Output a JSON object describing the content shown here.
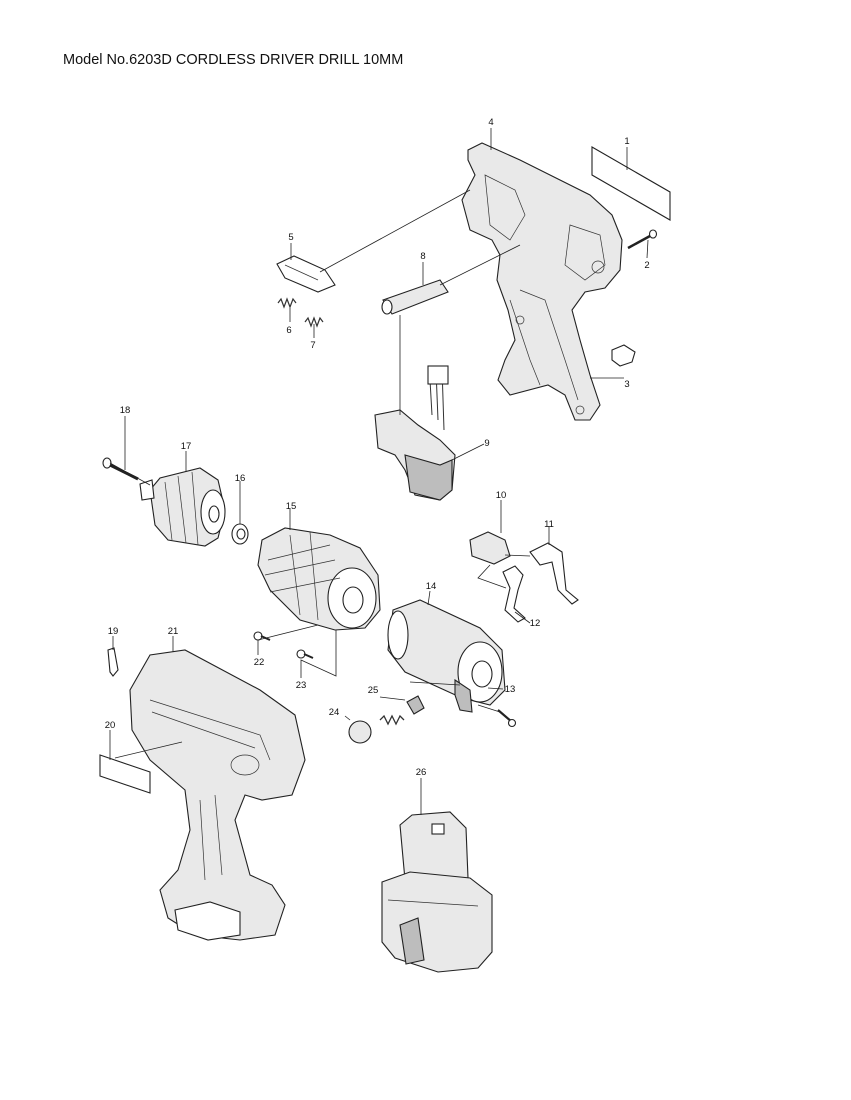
{
  "title": "Model No.6203D CORDLESS DRIVER DRILL 10MM",
  "parts": [
    {
      "no": "1"
    },
    {
      "no": "2"
    },
    {
      "no": "3"
    },
    {
      "no": "4"
    },
    {
      "no": "5"
    },
    {
      "no": "6"
    },
    {
      "no": "7"
    },
    {
      "no": "8"
    },
    {
      "no": "9"
    },
    {
      "no": "10"
    },
    {
      "no": "11"
    },
    {
      "no": "12"
    },
    {
      "no": "13"
    },
    {
      "no": "14"
    },
    {
      "no": "15"
    },
    {
      "no": "16"
    },
    {
      "no": "17"
    },
    {
      "no": "18"
    },
    {
      "no": "19"
    },
    {
      "no": "20"
    },
    {
      "no": "21"
    },
    {
      "no": "22"
    },
    {
      "no": "23"
    },
    {
      "no": "24"
    },
    {
      "no": "25"
    },
    {
      "no": "26"
    }
  ]
}
